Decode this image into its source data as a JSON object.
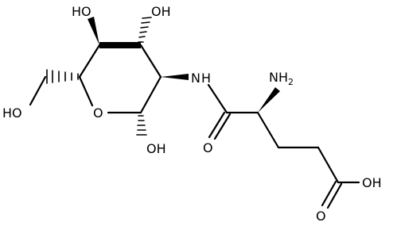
{
  "labels": {
    "oh_c4": "HO",
    "oh_c3": "OH",
    "oh_c6": "HO",
    "ring_o": "O",
    "oh_c1": "OH",
    "nh": "N",
    "nh_h": "H",
    "nh2_main": "NH",
    "nh2_sub": "2",
    "carbonyl_o": "O",
    "acid_oh": "OH",
    "acid_o": "O"
  },
  "colors": {
    "bond": "#000000",
    "background": "#ffffff"
  }
}
